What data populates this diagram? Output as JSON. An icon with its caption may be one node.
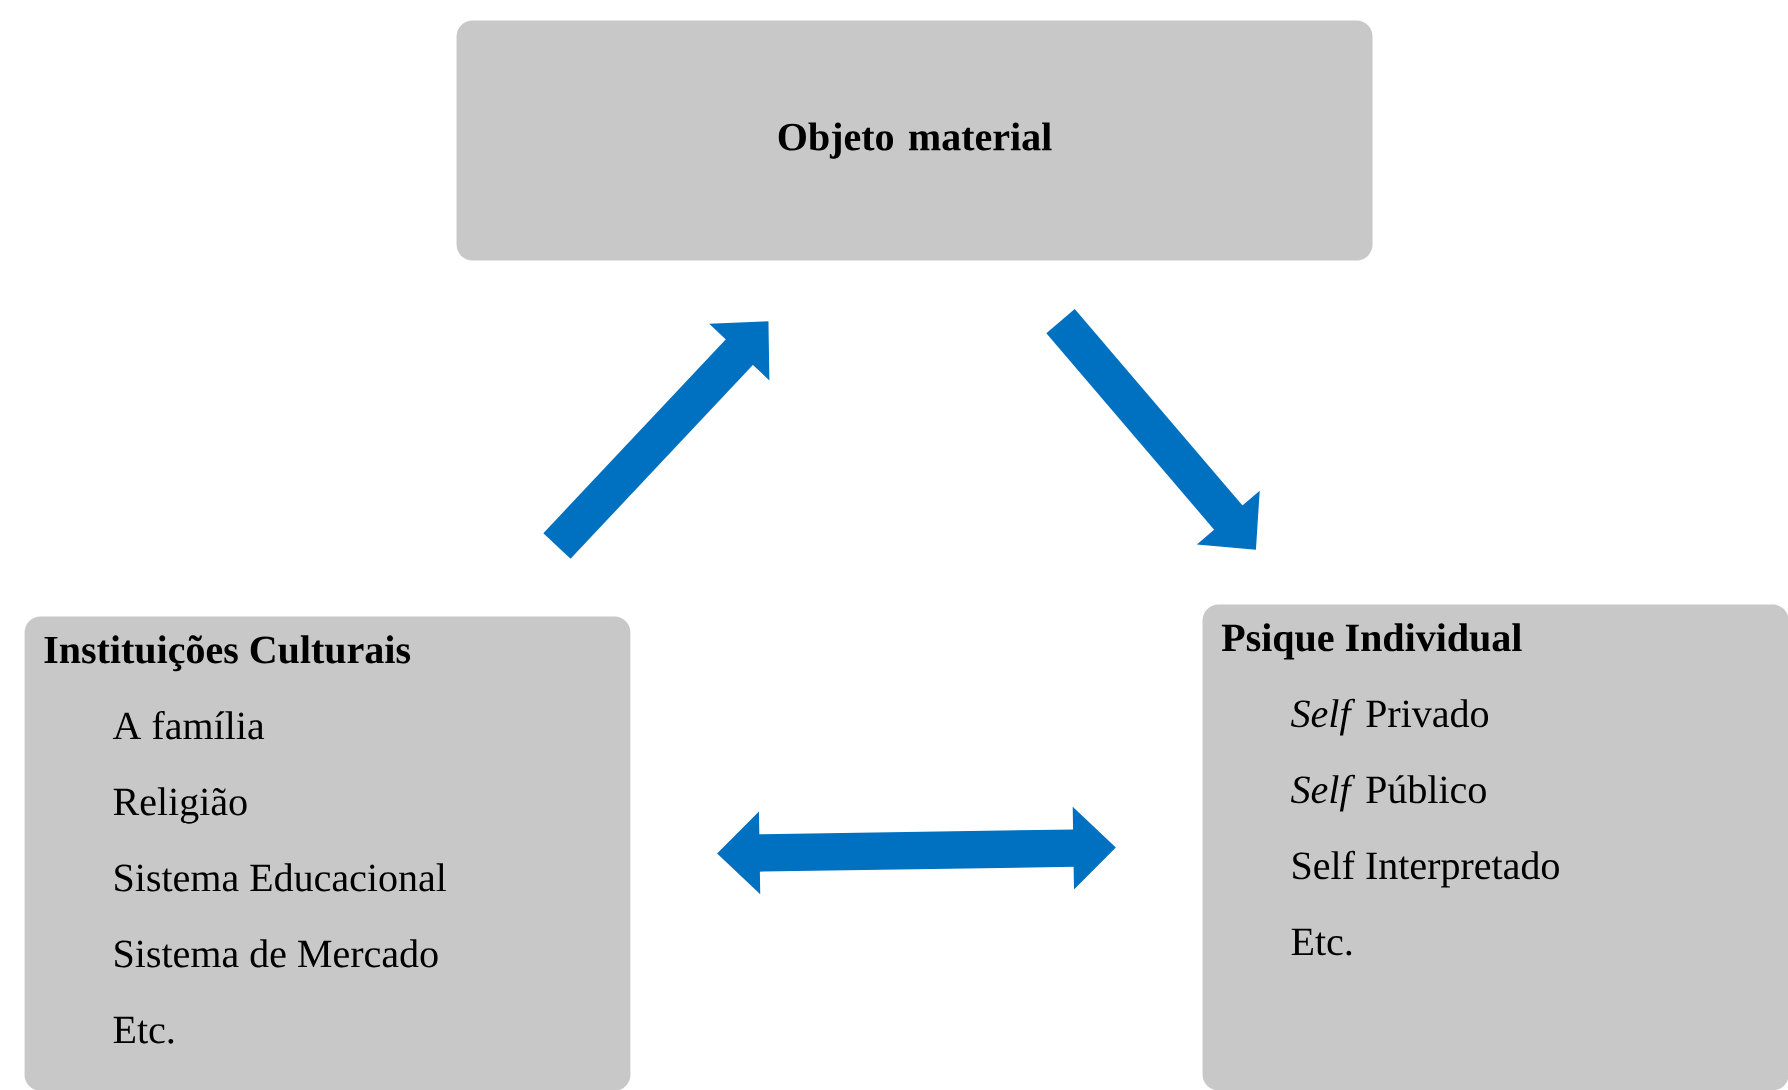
{
  "diagram": {
    "nodes": [
      {
        "text": [
          "Objeto material"
        ]
      },
      {
        "text": [
          "Instituições Culturais",
          "A família",
          "Religião",
          "Sistema Educacional",
          "Sistema de Mercado",
          "Etc."
        ]
      },
      {
        "text": [
          "Psique Individual",
          "*Self* Privado",
          "*Self* Público",
          "Self Interpretado",
          "Etc."
        ]
      }
    ],
    "edges": [
      {
        "from": 1,
        "to": 0,
        "arrow": "to"
      },
      {
        "from": 0,
        "to": 2,
        "arrow": "to"
      },
      {
        "from": 1,
        "to": 2,
        "arrow": "both"
      }
    ]
  }
}
